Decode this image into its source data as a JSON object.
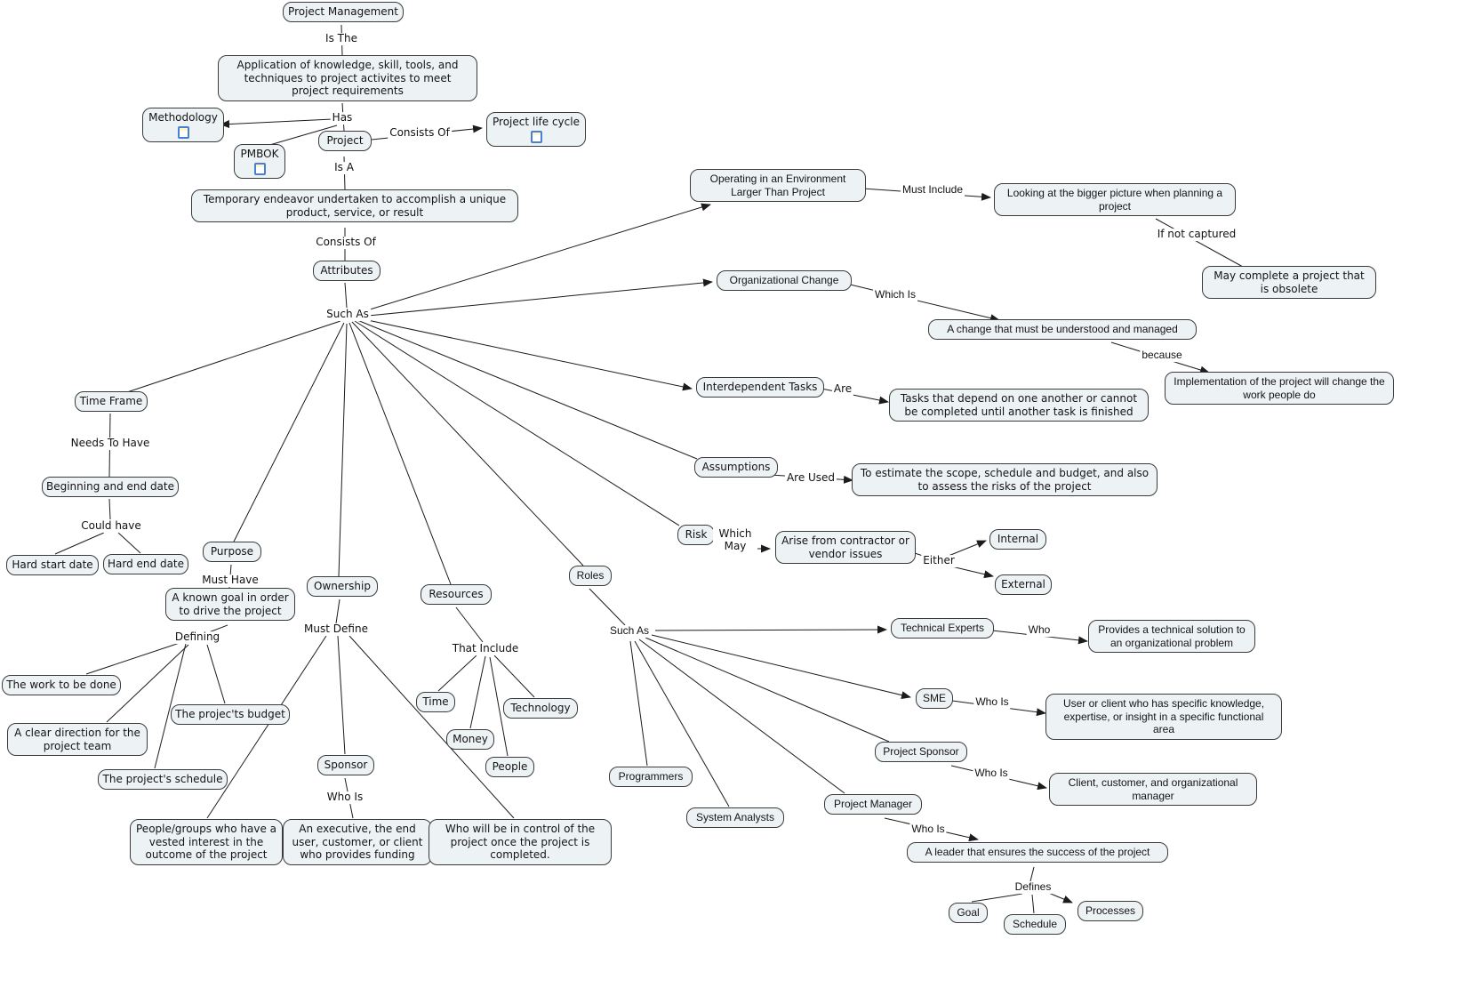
{
  "diagram_title": "Project Management concept map",
  "colors": {
    "node_fill": "#edf2f5",
    "node_border": "#3b3b3b",
    "connector": "#1c1c1c",
    "background": "#ffffff",
    "resource_icon_border": "#4a7fd4"
  },
  "icons": [
    "methodology",
    "pmbok",
    "plc"
  ],
  "nodes": {
    "pm": "Project Management",
    "application": "Application of knowledge, skill, tools, and techniques to project activites to meet project requirements",
    "methodology": "Methodology",
    "pmbok": "PMBOK",
    "project": "Project",
    "plc": "Project life cycle",
    "temporary": "Temporary endeavor undertaken to accomplish a unique product, service, or result",
    "attributes": "Attributes",
    "operating": "Operating in an Environment Larger Than Project",
    "looking": "Looking at the bigger picture when planning a project",
    "may_complete": "May complete a project that is obsolete",
    "org_change": "Organizational Change",
    "a_change": "A change that must be understood and managed",
    "implementation": "Implementation of the project will change the work people do",
    "interdependent": "Interdependent Tasks",
    "tasks_depend": "Tasks that depend on one another or cannot be completed until another task is finished",
    "assumptions": "Assumptions",
    "to_estimate": "To estimate the scope, schedule and budget, and also to assess the risks of the project",
    "risk": "Risk",
    "arise": "Arise from contractor or vendor issues",
    "internal": "Internal",
    "external": "External",
    "time_frame": "Time Frame",
    "begin_end": "Beginning and end date",
    "hard_start": "Hard start date",
    "hard_end": "Hard end date",
    "purpose": "Purpose",
    "known_goal": "A known goal in order to drive the project",
    "work_done": "The work to be done",
    "clear_direction": "A clear direction for the project team",
    "budget": "The projec'ts budget",
    "schedule2": "The project's schedule",
    "ownership": "Ownership",
    "sponsor": "Sponsor",
    "people_groups": "People/groups who have a vested interest in the outcome of the project",
    "executive": "An executive, the end user, customer, or client who provides funding",
    "control": "Who will be in control of the project once the project is completed.",
    "resources": "Resources",
    "time_n": "Time",
    "money": "Money",
    "technology": "Technology",
    "people": "People",
    "roles": "Roles",
    "tech_experts": "Technical Experts",
    "provides": "Provides a technical solution to an organizational problem",
    "sme": "SME",
    "user_client": "User or client who has specific knowledge, expertise, or insight in a specific functional area",
    "proj_sponsor": "Project Sponsor",
    "client_customer": "Client, customer, and organizational manager",
    "proj_manager": "Project Manager",
    "leader": "A leader that ensures the success of the project",
    "goal": "Goal",
    "schedule3": "Schedule",
    "processes": "Processes",
    "programmers": "Programmers",
    "sys_analysts": "System Analysts"
  },
  "labels": {
    "is_the": "Is The",
    "has": "Has",
    "consists_of_1": "Consists Of",
    "is_a": "Is A",
    "consists_of_2": "Consists Of",
    "such_as_1": "Such As",
    "must_include": "Must Include",
    "if_not_captured": "If not captured",
    "which_is_1": "Which Is",
    "because": "because",
    "are": "Are",
    "are_used": "Are Used",
    "which_may": "Which May",
    "either": "Either",
    "needs_to_have": "Needs To Have",
    "could_have": "Could have",
    "must_have": "Must Have",
    "defining": "Defining",
    "must_define": "Must Define",
    "that_include": "That Include",
    "such_as_2": "Such As",
    "who": "Who",
    "who_is_sme": "Who Is",
    "who_is_ps": "Who Is",
    "who_is_pm": "Who Is",
    "who_is_sponsor": "Who Is",
    "defines": "Defines"
  }
}
